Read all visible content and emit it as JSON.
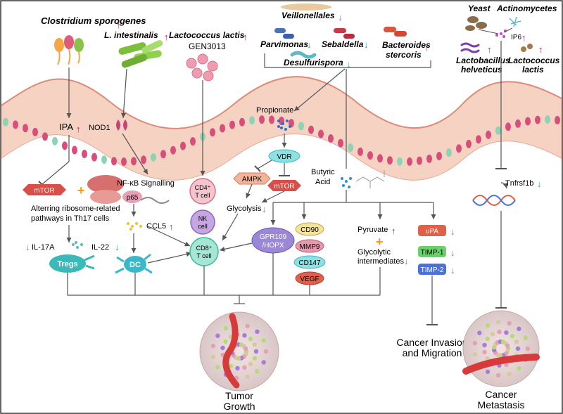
{
  "microbes": {
    "clostridium": "Clostridium sporogenes",
    "l_intestinalis": "L. intestinalis",
    "lactococcus_gen": "Lactococcus lactis",
    "gen_code": "GEN3013",
    "veillonellales": "Veillonellales",
    "parvimonas": "Parvimonas",
    "sebaldella": "Sebaldella",
    "bacteroides_1": "Bacteroides",
    "bacteroides_2": "stercoris",
    "desulfurispora": "Desulfurispora",
    "yeast": "Yeast",
    "actinomycetes": "Actinomycetes",
    "lactobacillus_1": "Lactobacillus",
    "lactobacillus_2": "helveticus",
    "lactococcus_1": "Lactococcus",
    "lactococcus_2": "lactis"
  },
  "molecules": {
    "ipa": "IPA",
    "nod1": "NOD1",
    "propionate": "Propionate",
    "vdr": "VDR",
    "ampk": "AMPK",
    "mtor": "mTOR",
    "butyric_1": "Butyric",
    "butyric_2": "Acid",
    "ip6": "IP6",
    "tnfrsf1b": "Tnfrsf1b",
    "nfkb": "NF-κB Signalling",
    "p65": "p65",
    "ccl5": "CCL5",
    "glycolysis": "Glycolysis",
    "ribosome_1": "Alterring ribosome-related",
    "ribosome_2": "pathways in Th17 cells",
    "il17a": "IL-17A",
    "il22": "IL-22",
    "tregs": "Tregs",
    "dc": "DC",
    "cd4_t": "CD4⁺",
    "cd4_cell": "T cell",
    "nk_1": "NK",
    "nk_2": "cell",
    "cd8_t": "CD8⁺",
    "cd8_cell": "T cell",
    "gpr_1": "GPR109",
    "gpr_2": "/HOPX",
    "cd90": "CD90",
    "mmp9": "MMP9",
    "cd147": "CD147",
    "vegf": "VEGF",
    "pyruvate": "Pyruvate",
    "glycolytic_1": "Glycolytic",
    "glycolytic_2": "intermediates",
    "upa": "uPA",
    "timp1": "TIMP-1",
    "timp2": "TIMP-2"
  },
  "outcomes": {
    "tumor_1": "Tumor",
    "tumor_2": "Growth",
    "invasion_1": "Cancer Invasion",
    "invasion_2": "and Migration",
    "metastasis_1": "Cancer",
    "metastasis_2": "Metastasis"
  },
  "colors": {
    "up_arrow": "#c2185b",
    "down_arrow": "#1e9fc9",
    "cell_pink": "#f6d2c3",
    "nucleus": "#d64f7a",
    "goblet": "#8fd3b5",
    "purple_cell": "#a67dd6",
    "line": "#555555"
  }
}
